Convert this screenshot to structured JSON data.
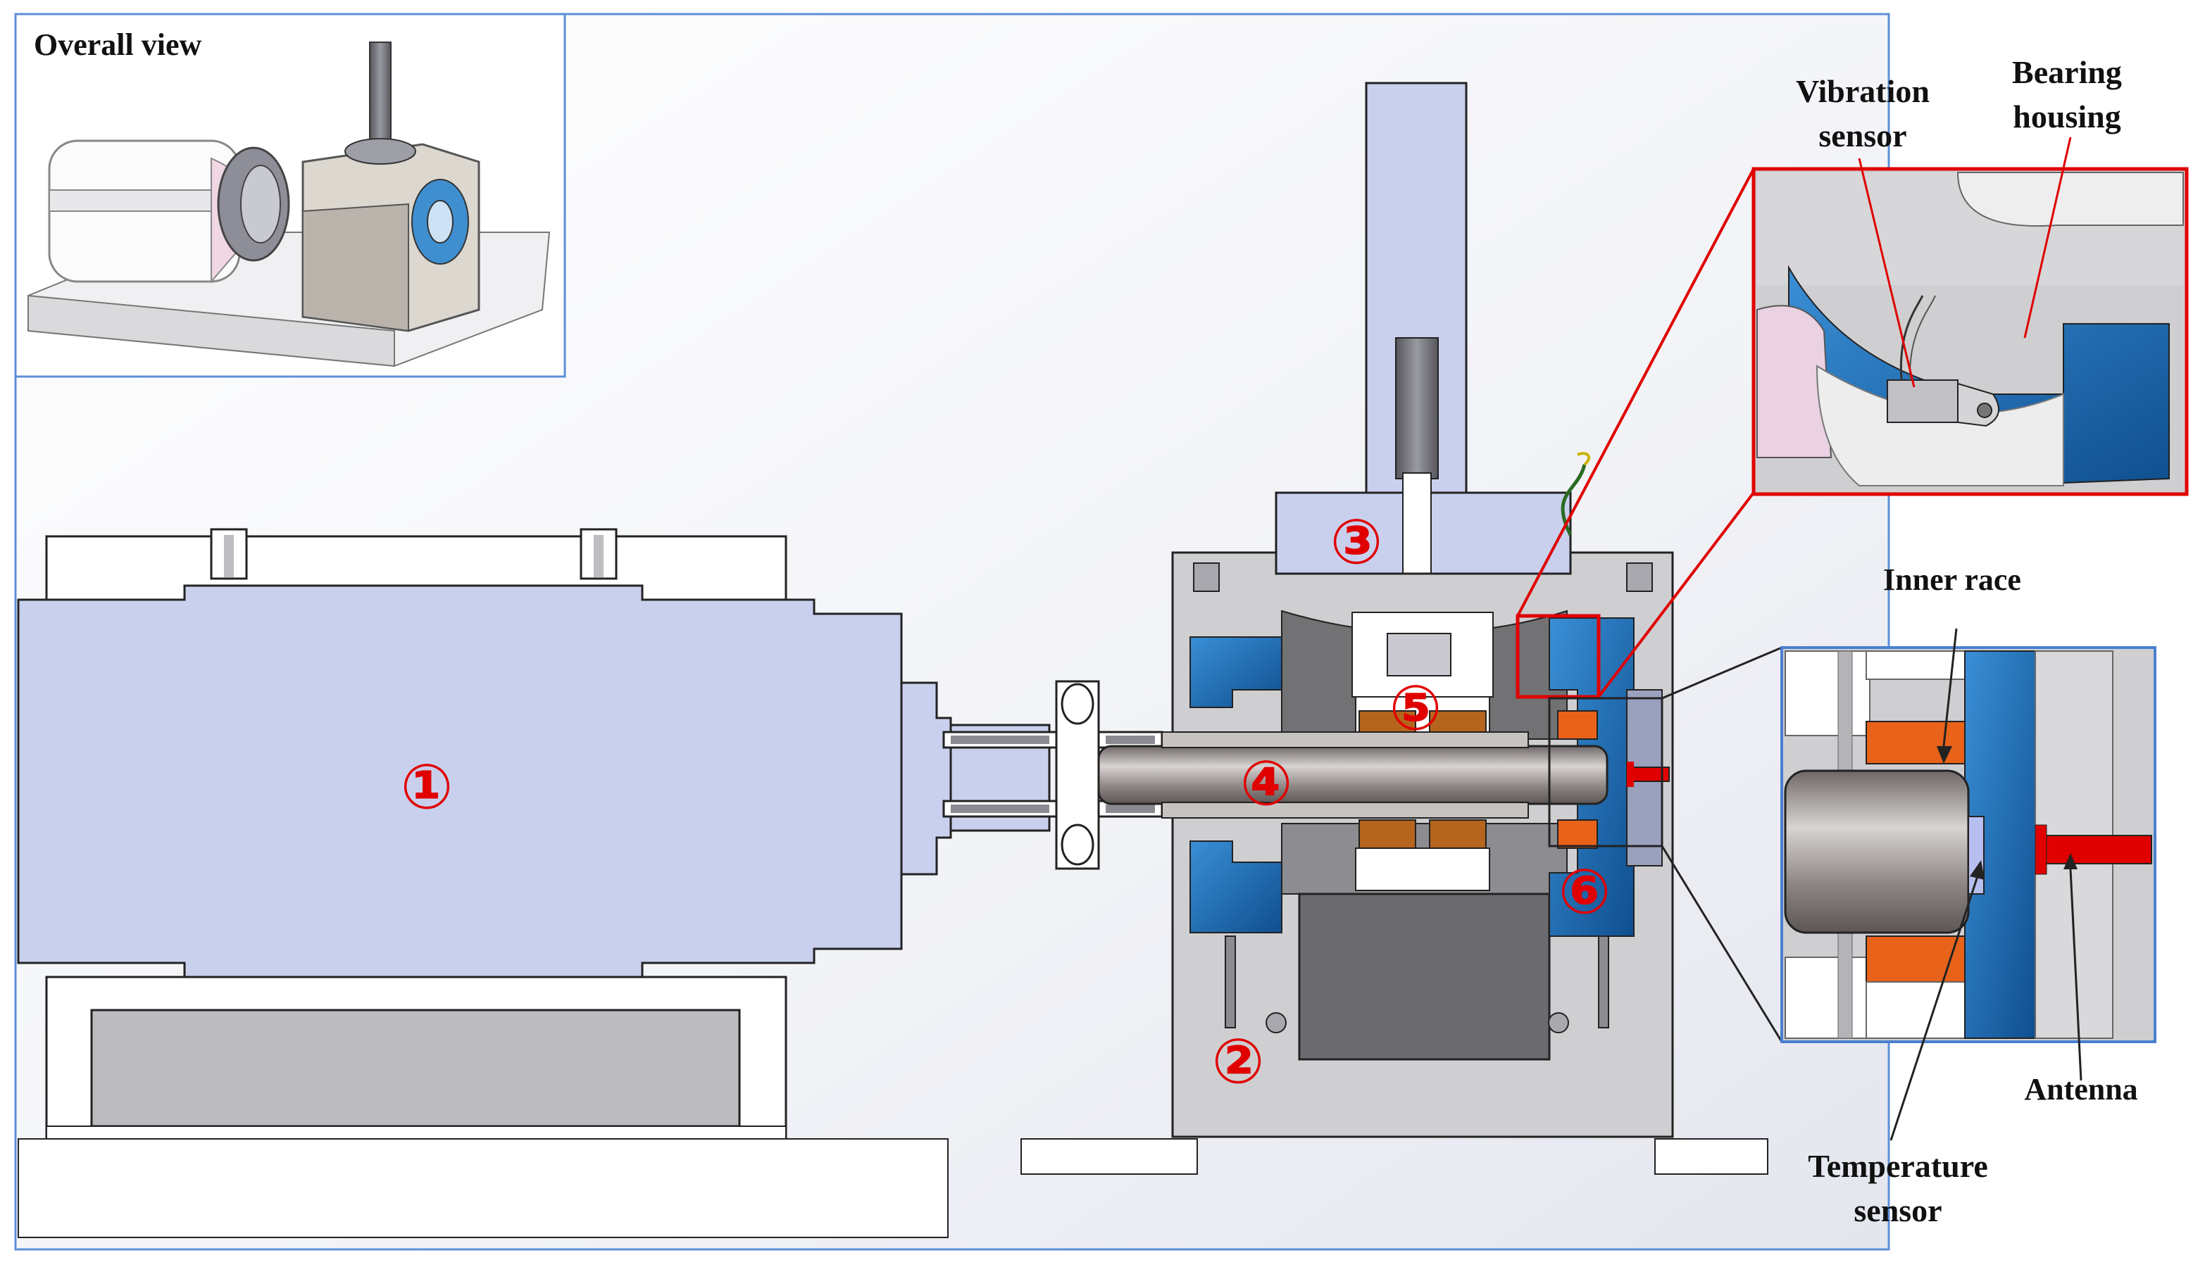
{
  "overall_view": {
    "title": "Overall view"
  },
  "markers": [
    "①",
    "②",
    "③",
    "④",
    "⑤",
    "⑥"
  ],
  "labels": {
    "vibration_sensor": [
      "Vibration",
      "sensor"
    ],
    "bearing_housing": [
      "Bearing",
      "housing"
    ],
    "inner_race": "Inner race",
    "antenna": "Antenna",
    "temperature_sensor": [
      "Temperature",
      "sensor"
    ]
  },
  "colors": {
    "motor": "#c9d0ee",
    "housing_grey": "#cfcfd2",
    "bearing_blue": "#1f6db3",
    "bearing_orange": "#e8621a",
    "shaft": "#9a9392",
    "marker_red": "#e00000",
    "detail_frame_red": "#e00000",
    "detail_frame_blue": "#4a7fcf"
  }
}
